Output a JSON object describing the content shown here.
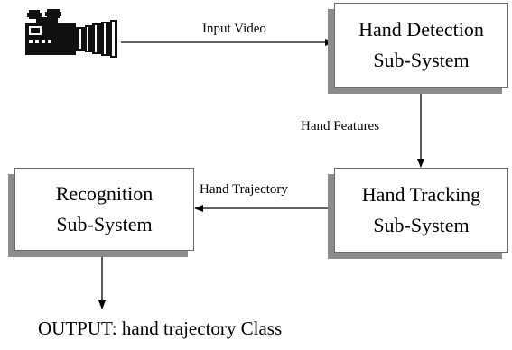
{
  "diagram": {
    "nodes": {
      "detection": {
        "line1": "Hand Detection",
        "line2": "Sub-System"
      },
      "tracking": {
        "line1": "Hand Tracking",
        "line2": "Sub-System"
      },
      "recognition": {
        "line1": "Recognition",
        "line2": "Sub-System"
      }
    },
    "edges": {
      "input_video": "Input Video",
      "hand_features": "Hand Features",
      "hand_trajectory": "Hand Trajectory"
    },
    "output": "OUTPUT: hand trajectory Class",
    "icons": {
      "source": "video-camera-icon"
    }
  }
}
